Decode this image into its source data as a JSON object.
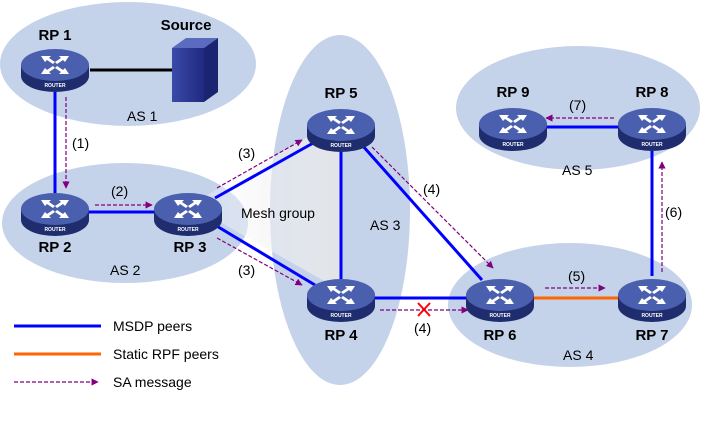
{
  "title": "MSDP SA message propagation with mesh group and static RPF peers",
  "source_label": "Source",
  "areas": [
    {
      "id": "as1",
      "label": "AS 1"
    },
    {
      "id": "as2",
      "label": "AS 2"
    },
    {
      "id": "as3",
      "label": "AS 3"
    },
    {
      "id": "as4",
      "label": "AS 4"
    },
    {
      "id": "as5",
      "label": "AS 5"
    }
  ],
  "mesh_group_label": "Mesh group",
  "routers": [
    {
      "id": "rp1",
      "label": "RP 1",
      "badge": "ROUTER"
    },
    {
      "id": "rp2",
      "label": "RP 2",
      "badge": "ROUTER"
    },
    {
      "id": "rp3",
      "label": "RP 3",
      "badge": "ROUTER"
    },
    {
      "id": "rp4",
      "label": "RP 4",
      "badge": "ROUTER"
    },
    {
      "id": "rp5",
      "label": "RP 5",
      "badge": "ROUTER"
    },
    {
      "id": "rp6",
      "label": "RP 6",
      "badge": "ROUTER"
    },
    {
      "id": "rp7",
      "label": "RP 7",
      "badge": "ROUTER"
    },
    {
      "id": "rp8",
      "label": "RP 8",
      "badge": "ROUTER"
    },
    {
      "id": "rp9",
      "label": "RP 9",
      "badge": "ROUTER"
    }
  ],
  "links": [
    {
      "from": "rp1",
      "to": "source",
      "type": "plain"
    },
    {
      "from": "rp1",
      "to": "rp2",
      "type": "msdp"
    },
    {
      "from": "rp2",
      "to": "rp3",
      "type": "msdp"
    },
    {
      "from": "rp3",
      "to": "rp5",
      "type": "msdp"
    },
    {
      "from": "rp3",
      "to": "rp4",
      "type": "msdp"
    },
    {
      "from": "rp5",
      "to": "rp4",
      "type": "msdp"
    },
    {
      "from": "rp5",
      "to": "rp6",
      "type": "msdp"
    },
    {
      "from": "rp4",
      "to": "rp6",
      "type": "msdp"
    },
    {
      "from": "rp6",
      "to": "rp7",
      "type": "static-rpf"
    },
    {
      "from": "rp7",
      "to": "rp8",
      "type": "msdp"
    },
    {
      "from": "rp8",
      "to": "rp9",
      "type": "msdp"
    }
  ],
  "sa_messages": [
    {
      "step": "(1)",
      "from": "rp1",
      "to": "rp2",
      "blocked": false
    },
    {
      "step": "(2)",
      "from": "rp2",
      "to": "rp3",
      "blocked": false
    },
    {
      "step": "(3)",
      "from": "rp3",
      "to": "rp5",
      "blocked": false
    },
    {
      "step": "(3)",
      "from": "rp3",
      "to": "rp4",
      "blocked": false
    },
    {
      "step": "(4)",
      "from": "rp5",
      "to": "rp6",
      "blocked": false
    },
    {
      "step": "(4)",
      "from": "rp4",
      "to": "rp6",
      "blocked": true
    },
    {
      "step": "(5)",
      "from": "rp6",
      "to": "rp7",
      "blocked": false
    },
    {
      "step": "(6)",
      "from": "rp7",
      "to": "rp8",
      "blocked": false
    },
    {
      "step": "(7)",
      "from": "rp8",
      "to": "rp9",
      "blocked": false
    }
  ],
  "legend": [
    {
      "label": "MSDP peers",
      "style": "msdp"
    },
    {
      "label": "Static RPF peers",
      "style": "static-rpf"
    },
    {
      "label": "SA message",
      "style": "sa"
    }
  ],
  "colors": {
    "area_fill": "#c5d3ea",
    "msdp": "#0000ff",
    "static_rpf": "#ff6600",
    "sa": "#800080",
    "blocked": "#ff0000",
    "router": "#3b4f9a"
  }
}
